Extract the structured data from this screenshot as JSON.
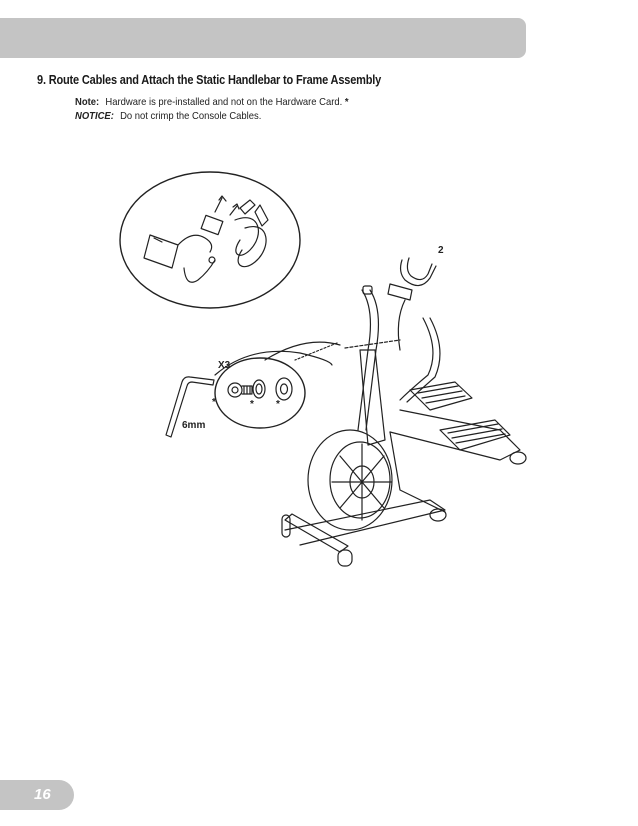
{
  "step": {
    "title": "9.  Route Cables and Attach the Static Handlebar to Frame Assembly"
  },
  "notes": [
    {
      "label": "Note:",
      "text": "Hardware is pre-installed and not on the Hardware Card.",
      "marker": "*"
    },
    {
      "label": "NOTICE:",
      "text": "Do not crimp the Console Cables."
    }
  ],
  "figure": {
    "part_number": "2",
    "hardware_quantity": "X3",
    "tool_size": "6mm",
    "preinstalled_marker": "*"
  },
  "footer": {
    "page_number": "16"
  }
}
